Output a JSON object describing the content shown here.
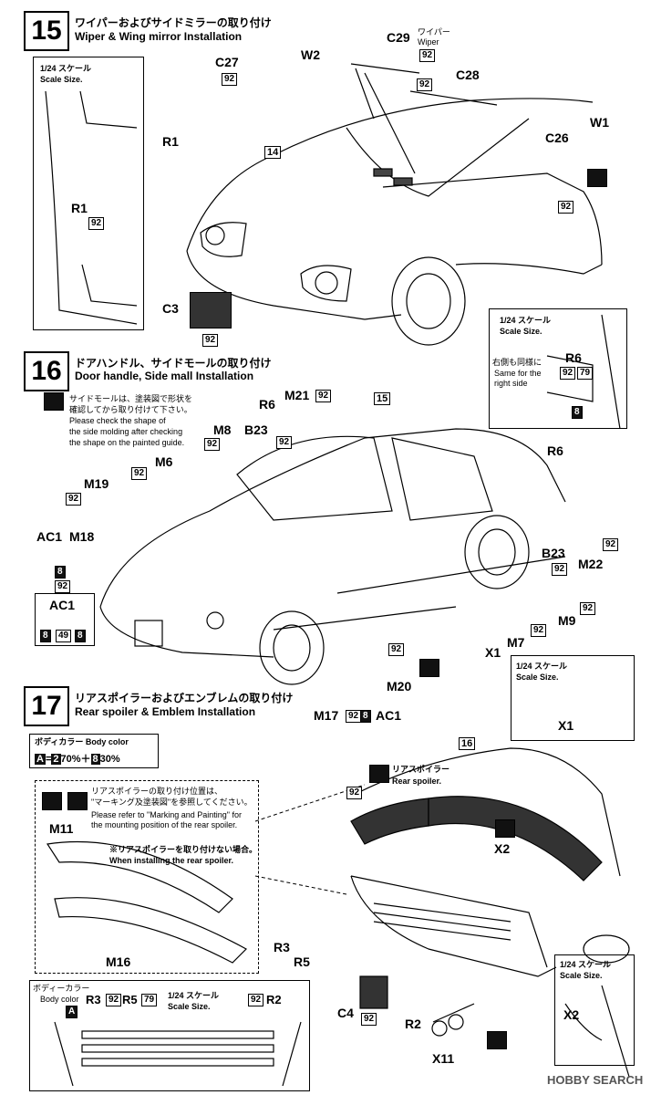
{
  "step15": {
    "number": "15",
    "title_jp": "ワイパーおよびサイドミラーの取り付け",
    "title_en": "Wiper & Wing mirror Installation",
    "scale_jp": "1/24 スケール",
    "scale_en": "Scale Size.",
    "parts": {
      "c27": "C27",
      "w2": "W2",
      "c29": "C29",
      "wiper_jp": "ワイパー",
      "wiper_en": "Wiper",
      "c28": "C28",
      "r1a": "R1",
      "r1b": "R1",
      "box14": "14",
      "w1": "W1",
      "c26": "C26",
      "c3": "C3",
      "p92": "92"
    }
  },
  "step16": {
    "number": "16",
    "title_jp": "ドアハンドル、サイドモールの取り付け",
    "title_en": "Door handle, Side mall Installation",
    "note_jp1": "サイドモールは、塗装図で形状を",
    "note_jp2": "確認してから取り付けて下さい。",
    "note_en1": "Please check the shape of",
    "note_en2": "the side molding after checking",
    "note_en3": "the shape on the painted guide.",
    "scale_jp": "1/24 スケール",
    "scale_en": "Scale Size.",
    "same_jp": "右側も同様に",
    "same_en1": "Same for the",
    "same_en2": "right side",
    "parts": {
      "r6": "R6",
      "m21": "M21",
      "box15": "15",
      "m8": "M8",
      "b23": "B23",
      "m6": "M6",
      "m19": "M19",
      "ac1": "AC1",
      "m18": "M18",
      "b23b": "B23",
      "m22": "M22",
      "m9": "M9",
      "m7": "M7",
      "x1": "X1",
      "m20": "M20",
      "m17": "M17",
      "ac1b": "AC1",
      "r6b": "R6",
      "r6c": "R6",
      "x1b": "X1",
      "p92": "92",
      "p79": "79",
      "p8": "8",
      "p49": "49"
    }
  },
  "step17": {
    "number": "17",
    "title_jp": "リアスポイラーおよびエンブレムの取り付け",
    "title_en": "Rear spoiler & Emblem Installation",
    "body_color_jp": "ボディカラー",
    "body_color_en": "Body color",
    "formula_a": "A",
    "formula_eq": "=",
    "formula_2": "2",
    "formula_p1": "70%＋",
    "formula_8": "8",
    "formula_p2": "30%",
    "rear_spoiler_jp": "リアスポイラー",
    "rear_spoiler_en": "Rear spoiler.",
    "note_jp1": "リアスポイラーの取り付け位置は、",
    "note_jp2": "\"マーキング及塗装図\"を参照してください。",
    "note_en1": "Please refer to \"Marking and Painting\" for",
    "note_en2": "the mounting position of the rear spoiler.",
    "note2_jp": "※リアスポイラーを取り付けない場合。",
    "note2_en": "When installing the rear spoiler.",
    "scale_jp": "1/24 スケール",
    "scale_en": "Scale Size.",
    "body_color_small_jp": "ボディーカラー",
    "body_color_small_en": "Body color",
    "parts": {
      "box16": "16",
      "m11": "M11",
      "m16": "M16",
      "x2": "X2",
      "r3": "R3",
      "r5": "R5",
      "c4": "C4",
      "r2": "R2",
      "x11": "X11",
      "r3b": "R3",
      "r5b": "R5",
      "r2b": "R2",
      "x2b": "X2",
      "a": "A",
      "p92": "92",
      "p79": "79"
    }
  },
  "watermark": "HOBBY SEARCH"
}
